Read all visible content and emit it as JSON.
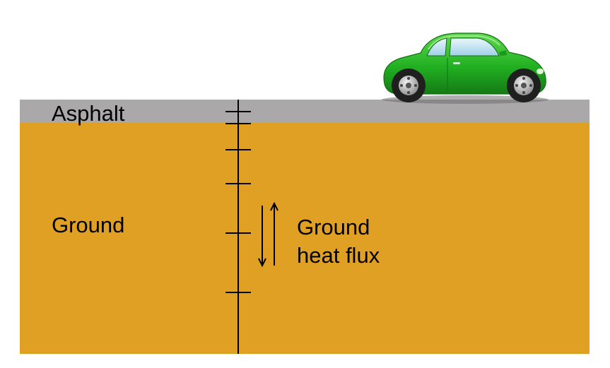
{
  "labels": {
    "asphalt": "Asphalt",
    "ground": "Ground",
    "flux_line1": "Ground",
    "flux_line2": "heat flux"
  },
  "colors": {
    "asphalt": "#aaa8a8",
    "ground": "#e0a024",
    "car_body": "#22b022",
    "car_window": "#bfe3f2",
    "tire": "#222222",
    "line": "#000000"
  },
  "icons": {
    "car": "car-icon",
    "flux_arrows": "up-down-arrows-icon"
  },
  "profile": {
    "layer_count": 7
  }
}
